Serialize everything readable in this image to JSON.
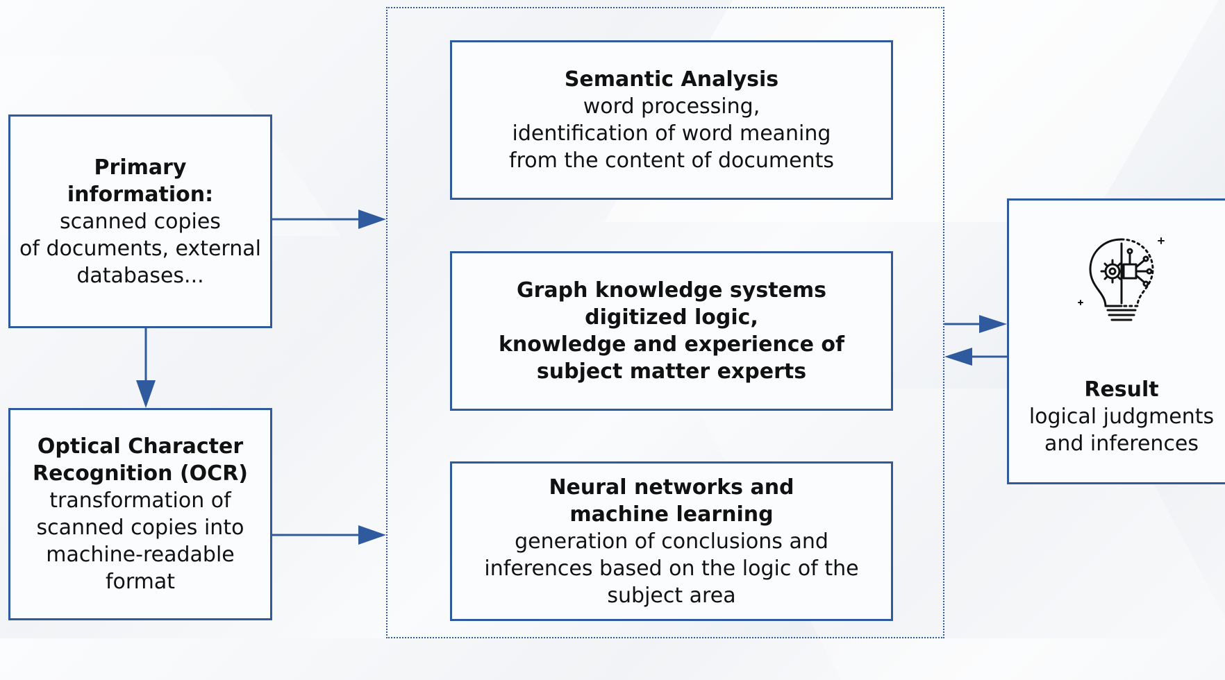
{
  "primary": {
    "title": "Primary\ninformation:",
    "desc": "scanned copies\nof documents, external\ndatabases..."
  },
  "ocr": {
    "title": "Optical Character\nRecognition (OCR)",
    "desc": "transformation of\nscanned copies into\nmachine-readable\nformat"
  },
  "semantic": {
    "title": "Semantic Analysis",
    "desc": "word processing,\nidentification of word meaning\nfrom the content of documents"
  },
  "graph": {
    "title": "Graph knowledge systems",
    "desc": "digitized logic,\nknowledge and experience of\nsubject matter experts"
  },
  "neural": {
    "title": "Neural networks and\nmachine learning",
    "desc": "generation of conclusions and\ninferences based on the logic of the\nsubject area"
  },
  "result": {
    "title": "Result",
    "desc": "logical judgments\nand inferences",
    "icon": "ai-lightbulb-icon"
  },
  "colors": {
    "accent": "#2f5b9e"
  }
}
